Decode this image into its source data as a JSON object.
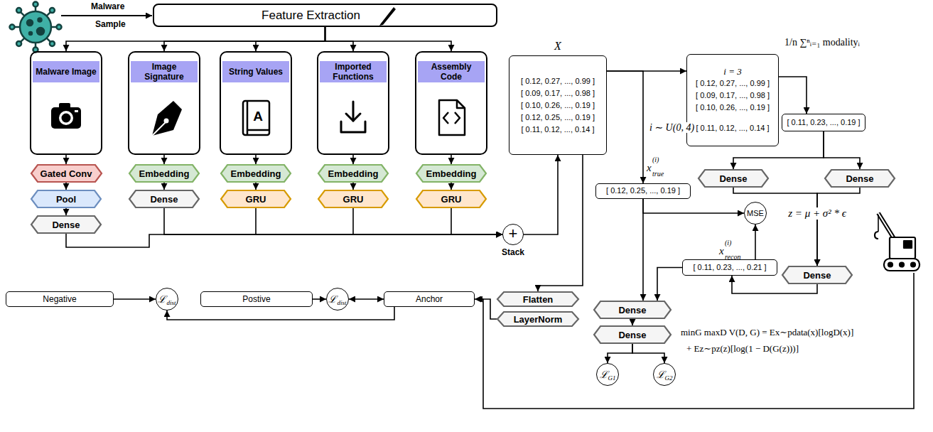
{
  "diagram": {
    "nodes": [
      {
        "text": [
          "Feature Extraction"
        ]
      },
      {
        "text": [
          "Malware Image"
        ]
      },
      {
        "text": [
          "Image Signature"
        ]
      },
      {
        "text": [
          "String Values"
        ]
      },
      {
        "text": [
          "Imported Functions"
        ]
      },
      {
        "text": [
          "Assembly Code"
        ]
      },
      {
        "text": [
          "Gated Conv"
        ]
      },
      {
        "text": [
          "Pool"
        ]
      },
      {
        "text": [
          "Dense"
        ]
      },
      {
        "text": [
          "Embedding"
        ]
      },
      {
        "text": [
          "Dense"
        ]
      },
      {
        "text": [
          "Embedding"
        ]
      },
      {
        "text": [
          "GRU"
        ]
      },
      {
        "text": [
          "Embedding"
        ]
      },
      {
        "text": [
          "GRU"
        ]
      },
      {
        "text": [
          "Embedding"
        ]
      },
      {
        "text": [
          "GRU"
        ]
      },
      {
        "text": [
          "+",
          "Stack"
        ]
      },
      {
        "text": [
          "X",
          "[ 0.12, 0.27, ..., 0.99 ]",
          "[ 0.09, 0.17, ..., 0.98 ]",
          "[ 0.10, 0.26, ..., 0.19 ]",
          "[ 0.12, 0.25, ..., 0.19 ]",
          "[ 0.11, 0.12, ..., 0.14 ]"
        ]
      },
      {
        "text": [
          "i = 3",
          "[ 0.12, 0.27, ..., 0.99 ]",
          "[ 0.09, 0.17, ..., 0.98 ]",
          "[ 0.10, 0.26, ..., 0.19 ]",
          "[ 0.11, 0.12, ..., 0.14 ]"
        ]
      },
      {
        "text": [
          "[ 0.11, 0.23, ..., 0.19 ]"
        ]
      },
      {
        "text": [
          "Dense"
        ]
      },
      {
        "text": [
          "Dense"
        ]
      },
      {
        "text": [
          "[ 0.12, 0.25, ..., 0.19 ]"
        ]
      },
      {
        "text": [
          "MSE"
        ]
      },
      {
        "text": [
          "[ 0.11, 0.23, ..., 0.21 ]"
        ]
      },
      {
        "text": [
          "Dense"
        ]
      },
      {
        "text": [
          "Dense"
        ]
      },
      {
        "text": [
          "Dense"
        ]
      },
      {
        "text": [
          "ℒ",
          "G1"
        ]
      },
      {
        "text": [
          "ℒ",
          "G2"
        ]
      },
      {
        "text": [
          "Flatten"
        ]
      },
      {
        "text": [
          "LayerNorm"
        ]
      },
      {
        "text": [
          "Anchor"
        ]
      },
      {
        "text": [
          "Postive"
        ]
      },
      {
        "text": [
          "ℒ",
          "dist"
        ]
      },
      {
        "text": [
          "Negative"
        ]
      },
      {
        "text": [
          "ℒ",
          "dist"
        ]
      }
    ],
    "edges": [
      {
        "from": 0,
        "to": 1,
        "arrow": "to"
      },
      {
        "from": 0,
        "to": 2,
        "arrow": "to"
      },
      {
        "from": 0,
        "to": 3,
        "arrow": "to"
      },
      {
        "from": 0,
        "to": 4,
        "arrow": "to"
      },
      {
        "from": 0,
        "to": 5,
        "arrow": "to"
      },
      {
        "from": 1,
        "to": 6,
        "arrow": "to"
      },
      {
        "from": 6,
        "to": 7,
        "arrow": "to"
      },
      {
        "from": 7,
        "to": 8,
        "arrow": "to"
      },
      {
        "from": 2,
        "to": 9,
        "arrow": "to"
      },
      {
        "from": 9,
        "to": 10,
        "arrow": "to"
      },
      {
        "from": 3,
        "to": 11,
        "arrow": "to"
      },
      {
        "from": 11,
        "to": 12,
        "arrow": "to"
      },
      {
        "from": 4,
        "to": 13,
        "arrow": "to"
      },
      {
        "from": 13,
        "to": 14,
        "arrow": "to"
      },
      {
        "from": 5,
        "to": 15,
        "arrow": "to"
      },
      {
        "from": 15,
        "to": 16,
        "arrow": "to"
      },
      {
        "from": 8,
        "to": 17,
        "arrow": "to"
      },
      {
        "from": 10,
        "to": 17,
        "arrow": "to"
      },
      {
        "from": 12,
        "to": 17,
        "arrow": "to"
      },
      {
        "from": 14,
        "to": 17,
        "arrow": "to"
      },
      {
        "from": 16,
        "to": 17,
        "arrow": "to"
      },
      {
        "from": 17,
        "to": 18,
        "arrow": "to"
      },
      {
        "from": 18,
        "to": 19,
        "arrow": "to"
      },
      {
        "from": 18,
        "to": 23,
        "label": "i ∼ U(0, 4)",
        "arrow": "to"
      },
      {
        "from": 19,
        "to": 20,
        "arrow": "to"
      },
      {
        "from": 20,
        "to": 21,
        "arrow": "to"
      },
      {
        "from": 20,
        "to": 22,
        "arrow": "to"
      },
      {
        "from": 21,
        "to": 26,
        "arrow": "to"
      },
      {
        "from": 22,
        "to": 26,
        "arrow": "to"
      },
      {
        "from": 26,
        "to": 25,
        "arrow": "to"
      },
      {
        "from": 25,
        "to": 24,
        "arrow": "to"
      },
      {
        "from": 23,
        "to": 24,
        "arrow": "to"
      },
      {
        "from": 23,
        "to": 27,
        "arrow": "to"
      },
      {
        "from": 25,
        "to": 27,
        "arrow": "to"
      },
      {
        "from": 27,
        "to": 28,
        "arrow": "to"
      },
      {
        "from": 28,
        "to": 29,
        "arrow": "to"
      },
      {
        "from": 28,
        "to": 30,
        "arrow": "to"
      },
      {
        "from": 18,
        "to": 31,
        "arrow": "to"
      },
      {
        "from": 32,
        "to": 33,
        "arrow": "to"
      },
      {
        "from": 33,
        "to": 35,
        "arrow": "both"
      },
      {
        "from": 34,
        "to": 35,
        "arrow": "to"
      },
      {
        "from": 33,
        "to": 37,
        "arrow": "to"
      },
      {
        "from": 36,
        "to": 37,
        "arrow": "to"
      }
    ],
    "labels": [
      "Malware",
      "Sample",
      "1/n ∑ⁿᵢ₌₁ modalityᵢ",
      "x",
      "(i)",
      "true",
      "z = μ + σ² * ϵ",
      "x",
      "(i)",
      "recon",
      "minG maxD V(D, G) = Ex∼pdata(x)[logD(x)]",
      "+ Ez∼pz(z)[log(1 − D(G(z)))]",
      "A"
    ]
  }
}
